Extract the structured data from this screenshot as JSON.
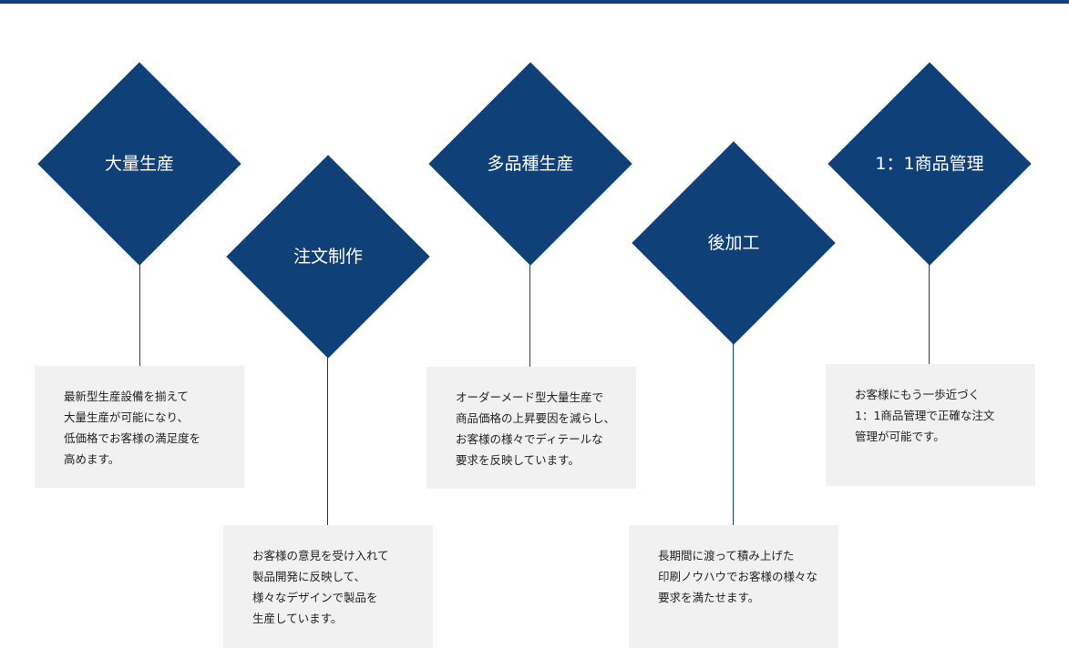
{
  "colors": {
    "accent": "#0f4178",
    "box_background": "#f1f1f1",
    "text": "#222222"
  },
  "steps": [
    {
      "title": "大量生産",
      "lines": [
        "最新型生産設備を揃えて",
        "大量生産が可能になり、",
        "低価格でお客様の満足度を",
        "高めます。"
      ]
    },
    {
      "title": "注文制作",
      "lines": [
        "お客様の意見を受け入れて",
        "製品開発に反映して、",
        "様々なデザインで製品を",
        "生産しています。"
      ]
    },
    {
      "title": "多品種生産",
      "lines": [
        "オーダーメード型大量生産で",
        "商品価格の上昇要因を減らし、",
        "お客様の様々でディテールな",
        "要求を反映しています。"
      ]
    },
    {
      "title": "後加工",
      "lines": [
        "長期間に渡って積み上げた",
        "印刷ノウハウでお客様の様々な",
        "要求を満たせます。"
      ]
    },
    {
      "title": "1：1商品管理",
      "lines": [
        "お客様にもう一歩近づく",
        "1：1商品管理で正確な注文",
        "管理が可能です。"
      ]
    }
  ]
}
